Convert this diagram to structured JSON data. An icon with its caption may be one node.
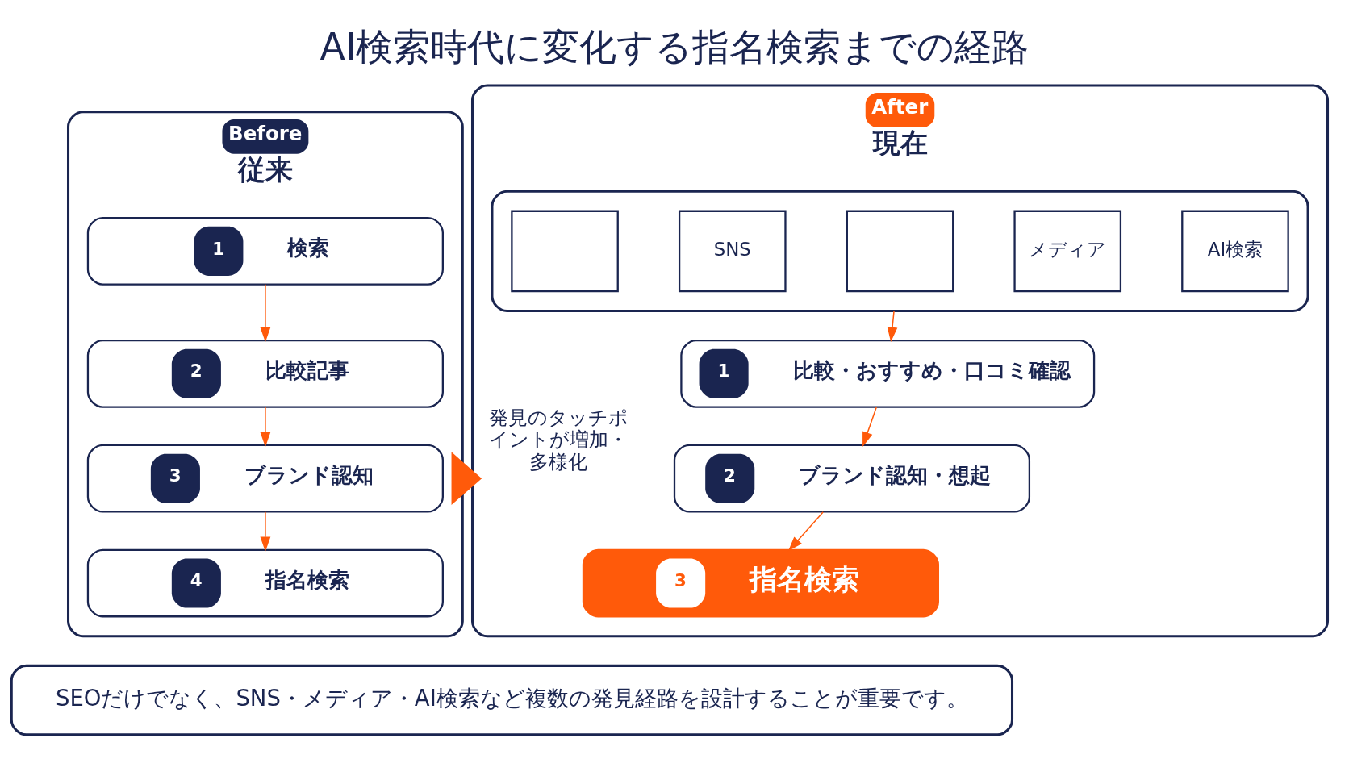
{
  "diagram": {
    "title": "AI検索時代に変化する指名検索までの経路",
    "nodes": [
      {
        "text": [
          "Before",
          "従来"
        ]
      },
      {
        "text": [
          "1",
          "検索"
        ],
        "in": 0
      },
      {
        "text": [
          "2",
          "比較記事"
        ],
        "in": 0
      },
      {
        "text": [
          "3",
          "ブランド認知"
        ],
        "in": 0
      },
      {
        "text": [
          "4",
          "指名検索"
        ],
        "in": 0
      },
      {
        "text": [
          "After",
          "現在"
        ]
      },
      {
        "text": [],
        "shape": "box",
        "in": 5
      },
      {
        "text": [],
        "shape": "box",
        "in": 6
      },
      {
        "text": [
          "SNS"
        ],
        "in": 6
      },
      {
        "text": [],
        "shape": "box",
        "in": 6
      },
      {
        "text": [
          "メディア"
        ],
        "in": 6
      },
      {
        "text": [
          "AI検索"
        ],
        "in": 6
      },
      {
        "text": [
          "1",
          "比較・おすすめ・口コミ確認"
        ],
        "in": 5
      },
      {
        "text": [
          "2",
          "ブランド認知・想起"
        ],
        "in": 5
      },
      {
        "text": [
          "3",
          "指名検索"
        ],
        "in": 5
      },
      {
        "text": [
          "SEOだけでなく、SNS・メディア・AI検索など複数の発見経路を設計することが重要です。"
        ]
      }
    ],
    "edges": [
      {
        "from": 1,
        "to": 2,
        "arrow": "to"
      },
      {
        "from": 2,
        "to": 3,
        "arrow": "to"
      },
      {
        "from": 3,
        "to": 4,
        "arrow": "to"
      },
      {
        "from": 0,
        "to": 5,
        "arrow": "to",
        "label": "発見のタッチポイントが増加・多様化",
        "style": "thick"
      },
      {
        "from": 6,
        "to": 12,
        "arrow": "to"
      },
      {
        "from": 12,
        "to": 13,
        "arrow": "to"
      },
      {
        "from": 13,
        "to": 14,
        "arrow": "to"
      }
    ]
  }
}
